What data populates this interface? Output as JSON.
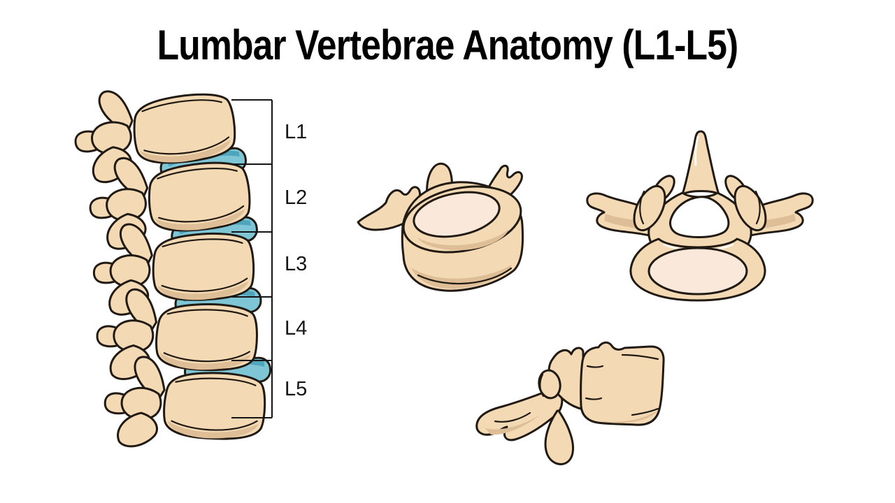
{
  "title": "Lumbar Vertebrae Anatomy (L1-L5)",
  "levels": [
    "L1",
    "L2",
    "L3",
    "L4",
    "L5"
  ],
  "colors": {
    "background": "#ffffff",
    "text": "#000000",
    "outline": "#211a13",
    "bone": "#f3d9b4",
    "bone_shade": "#ddbe97",
    "endplate": "#fae9db",
    "disc": "#7ec6d6",
    "disc_shade": "#4fa5bc"
  },
  "figures": {
    "spine_lateral": "lumbar-spine-lateral-view",
    "vertebra_oblique": "vertebra-oblique-view",
    "vertebra_superior": "vertebra-superior-view",
    "vertebra_lateral": "vertebra-lateral-view"
  }
}
